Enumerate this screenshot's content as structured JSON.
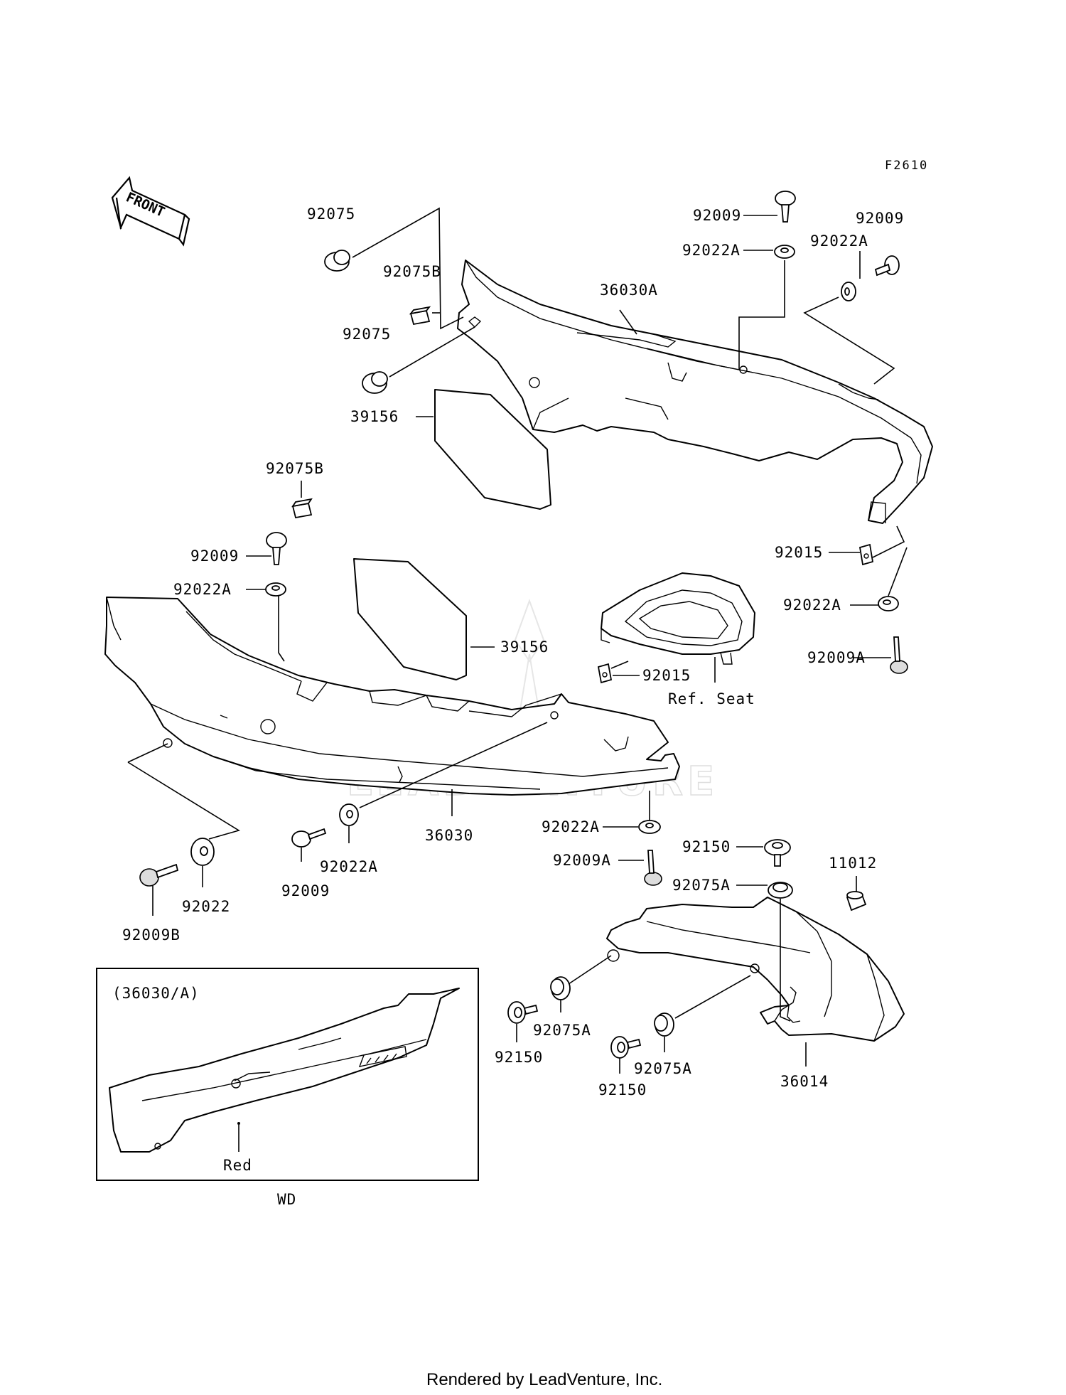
{
  "diagram_code": "F2610",
  "front_arrow": {
    "text": "FRONT",
    "icon": "front-arrow-icon"
  },
  "labels": {
    "l92075_top": "92075",
    "l92075b_top": "92075B",
    "l36030a": "36030A",
    "l92009_top": "92009",
    "l92022a_top": "92022A",
    "l92009_right": "92009",
    "l92022a_right": "92022A",
    "l92075_mid": "92075",
    "l39156_top": "39156",
    "l92075b_left": "92075B",
    "l92009_left": "92009",
    "l92022a_left": "92022A",
    "l39156_mid": "39156",
    "l92015_right": "92015",
    "l92022a_rlow": "92022A",
    "l92009a_right": "92009A",
    "l92015_mid": "92015",
    "ref_seat": "Ref. Seat",
    "l92022a_c1": "92022A",
    "l92009a_c": "92009A",
    "l92150_top": "92150",
    "l11012": "11012",
    "l92075a_top": "92075A",
    "l36030": "36030",
    "l92022a_bl": "92022A",
    "l92009_bl": "92009",
    "l92022": "92022",
    "l92009b": "92009B",
    "l92150_l": "92150",
    "l92075a_l": "92075A",
    "l92150_b": "92150",
    "l92075a_b": "92075A",
    "l36014": "36014",
    "inset_title": "(36030/A)",
    "inset_red": "Red",
    "wd": "WD"
  },
  "watermark": "LEADVENTURE",
  "footer": "Rendered by LeadVenture, Inc."
}
